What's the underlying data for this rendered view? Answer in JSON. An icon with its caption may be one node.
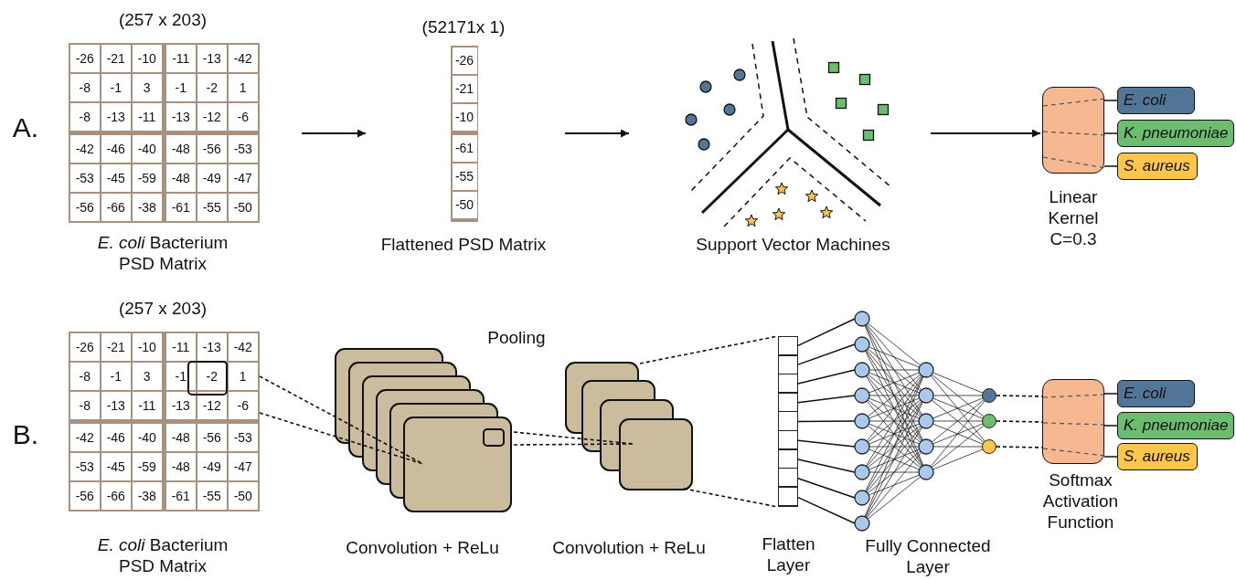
{
  "diagram": {
    "nodes": [
      {
        "text": [],
        "shape": "box",
        "beside": [
          "(257 x 203)",
          "*E. coli* Bacterium PSD Matrix"
        ]
      },
      {
        "text": [],
        "shape": "box",
        "beside": [
          "(52171x 1)",
          "Flattened PSD Matrix"
        ]
      },
      {
        "text": [],
        "shape": "picture",
        "beside": [
          "Support Vector Machines"
        ]
      },
      {
        "text": [],
        "shape": "box",
        "beside": [
          "Linear Kernel C=0.3"
        ]
      },
      {
        "text": [
          "E. coli"
        ]
      },
      {
        "text": [
          "K. pneumoniae"
        ]
      },
      {
        "text": [
          "S. aureus"
        ]
      },
      {
        "text": [],
        "shape": "box",
        "beside": [
          "(257 x 203)",
          "*E. coli* Bacterium PSD Matrix"
        ]
      },
      {
        "text": [],
        "shape": "picture",
        "beside": [
          "Convolution + ReLu"
        ]
      },
      {
        "text": [],
        "shape": "picture",
        "beside": [
          "Convolution + ReLu"
        ]
      },
      {
        "text": [],
        "shape": "box",
        "beside": [
          "Flatten Layer"
        ]
      },
      {
        "text": [],
        "shape": "picture",
        "beside": [
          "Fully Connected Layer"
        ]
      },
      {
        "text": [],
        "shape": "circle",
        "in": 11
      },
      {
        "text": [],
        "shape": "circle",
        "in": 11
      },
      {
        "text": [],
        "shape": "circle",
        "in": 11
      },
      {
        "text": [],
        "shape": "box",
        "beside": [
          "Softmax Activation Function"
        ]
      },
      {
        "text": [
          "E. coli"
        ]
      },
      {
        "text": [
          "K. pneumoniae"
        ]
      },
      {
        "text": [
          "S. aureus"
        ]
      }
    ],
    "edges": [
      {
        "from": 0,
        "to": 1,
        "arrow": "to"
      },
      {
        "from": 1,
        "to": 2,
        "arrow": "to"
      },
      {
        "from": 2,
        "to": 3,
        "arrow": "to"
      },
      {
        "from": 3,
        "to": 4,
        "arrow": "none"
      },
      {
        "from": 3,
        "to": 5,
        "arrow": "none"
      },
      {
        "from": 3,
        "to": 6,
        "arrow": "none"
      },
      {
        "from": 7,
        "to": 8,
        "arrow": "none",
        "style": "dashed"
      },
      {
        "from": 8,
        "to": 9,
        "arrow": "none",
        "style": "dashed"
      },
      {
        "from": 9,
        "to": 10,
        "arrow": "none",
        "style": "dashed"
      },
      {
        "from": 10,
        "to": 11,
        "arrow": "none"
      },
      {
        "from": 12,
        "to": 15,
        "arrow": "none",
        "style": "dashed"
      },
      {
        "from": 13,
        "to": 15,
        "arrow": "none",
        "style": "dashed"
      },
      {
        "from": 14,
        "to": 15,
        "arrow": "none",
        "style": "dashed"
      },
      {
        "from": 15,
        "to": 16,
        "arrow": "none"
      },
      {
        "from": 15,
        "to": 17,
        "arrow": "none"
      },
      {
        "from": 15,
        "to": 18,
        "arrow": "none"
      }
    ],
    "labels": [
      "A.",
      "-26",
      "-21",
      "-10",
      "-11",
      "-13",
      "-42",
      "-8",
      "-1",
      "3",
      "-1",
      "-2",
      "1",
      "-8",
      "-13",
      "-11",
      "-13",
      "-12",
      "-6",
      "-42",
      "-46",
      "-40",
      "-48",
      "-56",
      "-53",
      "-53",
      "-45",
      "-59",
      "-48",
      "-49",
      "-47",
      "-56",
      "-66",
      "-38",
      "-61",
      "-55",
      "-50",
      "-26",
      "-21",
      "-10",
      "-61",
      "-55",
      "-50",
      "B.",
      "-26",
      "-21",
      "-10",
      "-11",
      "-13",
      "-42",
      "-8",
      "-1",
      "3",
      "-1",
      "-2",
      "1",
      "-8",
      "-13",
      "-11",
      "-13",
      "-12",
      "-6",
      "-42",
      "-46",
      "-40",
      "-48",
      "-56",
      "-53",
      "-53",
      "-45",
      "-59",
      "-48",
      "-49",
      "-47",
      "-56",
      "-66",
      "-38",
      "-61",
      "-55",
      "-50",
      "Pooling"
    ]
  }
}
